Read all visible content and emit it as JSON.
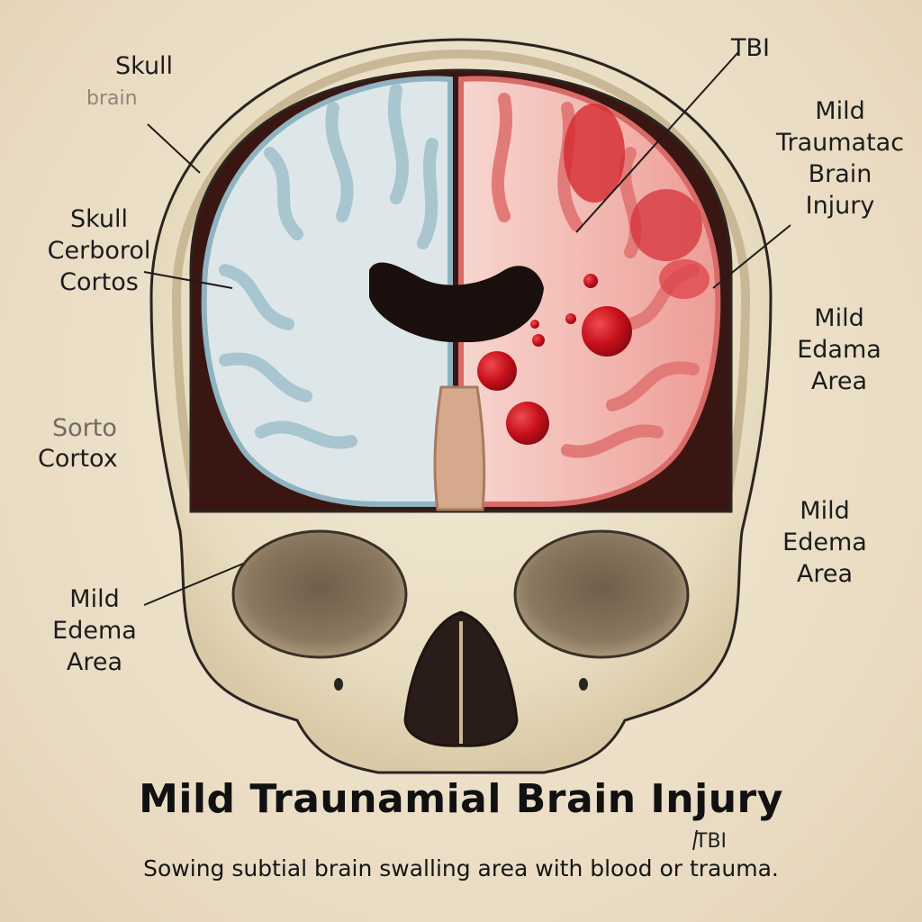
{
  "labels": {
    "tbi_top": "TBI",
    "skull": "Skull",
    "brain_faded": "brain",
    "skull_cerebral_cortex": [
      "Skull",
      "Cerborol",
      "Cortos"
    ],
    "mild_tbi": [
      "Mild",
      "Traumatac",
      "Brain",
      "Injury"
    ],
    "mild_edema_right_upper": [
      "Mild",
      "Edama",
      "Area"
    ],
    "sorto_faded": "Sorto",
    "cortex": "Cortox",
    "mild_edema_right_lower": [
      "Mild",
      "Edema",
      "Area"
    ],
    "mild_edema_left": [
      "Mild",
      "Edema",
      "Area"
    ]
  },
  "title": "Mild Traunamial Brain Injury",
  "tbi_small": "TBI",
  "subtitle": "Sowing subtial brain swalling area with blood or trauma.",
  "colors": {
    "background": "#ede1cc",
    "bone": "#efe6cf",
    "healthy_brain": "#dfe8ea",
    "injured_brain": "#f2c3bd",
    "blood": "#c8101c"
  }
}
